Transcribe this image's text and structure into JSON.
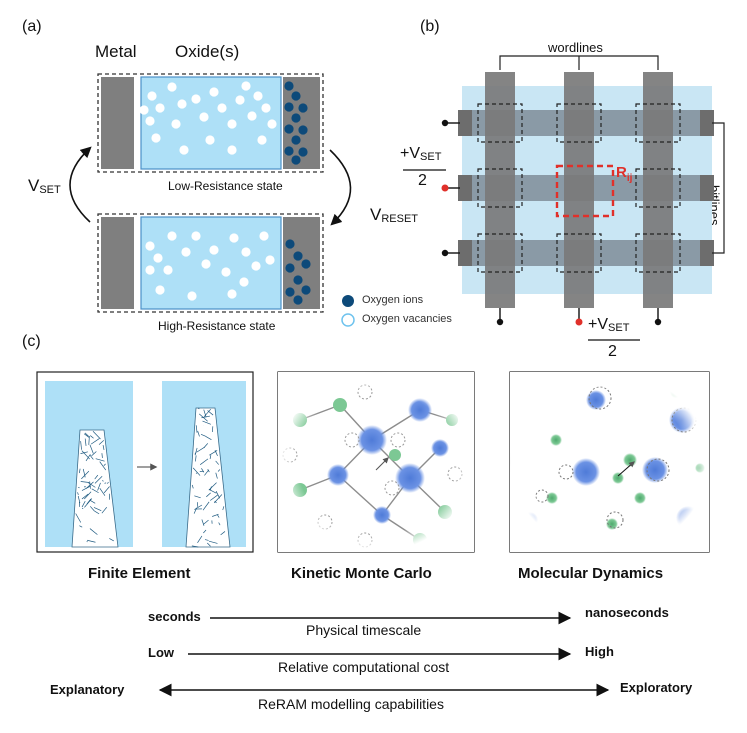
{
  "panels": {
    "a": "(a)",
    "b": "(b)",
    "c": "(c)"
  },
  "panel_a": {
    "metal_header": "Metal",
    "oxide_header": "Oxide(s)",
    "low_state": "Low-Resistance state",
    "high_state": "High-Resistance state",
    "v_set": {
      "main": "V",
      "sub": "SET"
    },
    "v_reset": {
      "main": "V",
      "sub": "RESET"
    },
    "legend": [
      {
        "label": "Oxygen ions",
        "color": "#0d4a7a",
        "filled": true
      },
      {
        "label": "Oxygen vacancies",
        "color": "#6fc3ee",
        "filled": false
      }
    ]
  },
  "panel_b": {
    "wordlines_label": "wordlines",
    "bitlines_label": "bitlines",
    "cell_label": {
      "main": "R",
      "sub": "ij"
    },
    "voltage_left": {
      "main": "+V",
      "sub": "SET",
      "denominator": "2"
    },
    "voltage_bottom": {
      "main": "+V",
      "sub": "SET",
      "denominator": "2"
    }
  },
  "panel_c": {
    "methods": [
      "Finite Element",
      "Kinetic Monte Carlo",
      "Molecular Dynamics"
    ],
    "scales": [
      {
        "left": "seconds",
        "right": "nanoseconds",
        "caption": "Physical timescale",
        "double": false
      },
      {
        "left": "Low",
        "right": "High",
        "caption": "Relative computational cost",
        "double": false
      },
      {
        "left": "Explanatory",
        "right": "Exploratory",
        "caption": "ReRAM modelling capabilities",
        "double": true
      }
    ]
  },
  "colors": {
    "oxide": "#aee0f7",
    "metal": "#7f7f7f",
    "ion": "#0d4a7a",
    "red": "#e0302a",
    "grid_light": "#c9e6f4",
    "green": "#5fb87a",
    "blue": "#4f7bd8"
  }
}
